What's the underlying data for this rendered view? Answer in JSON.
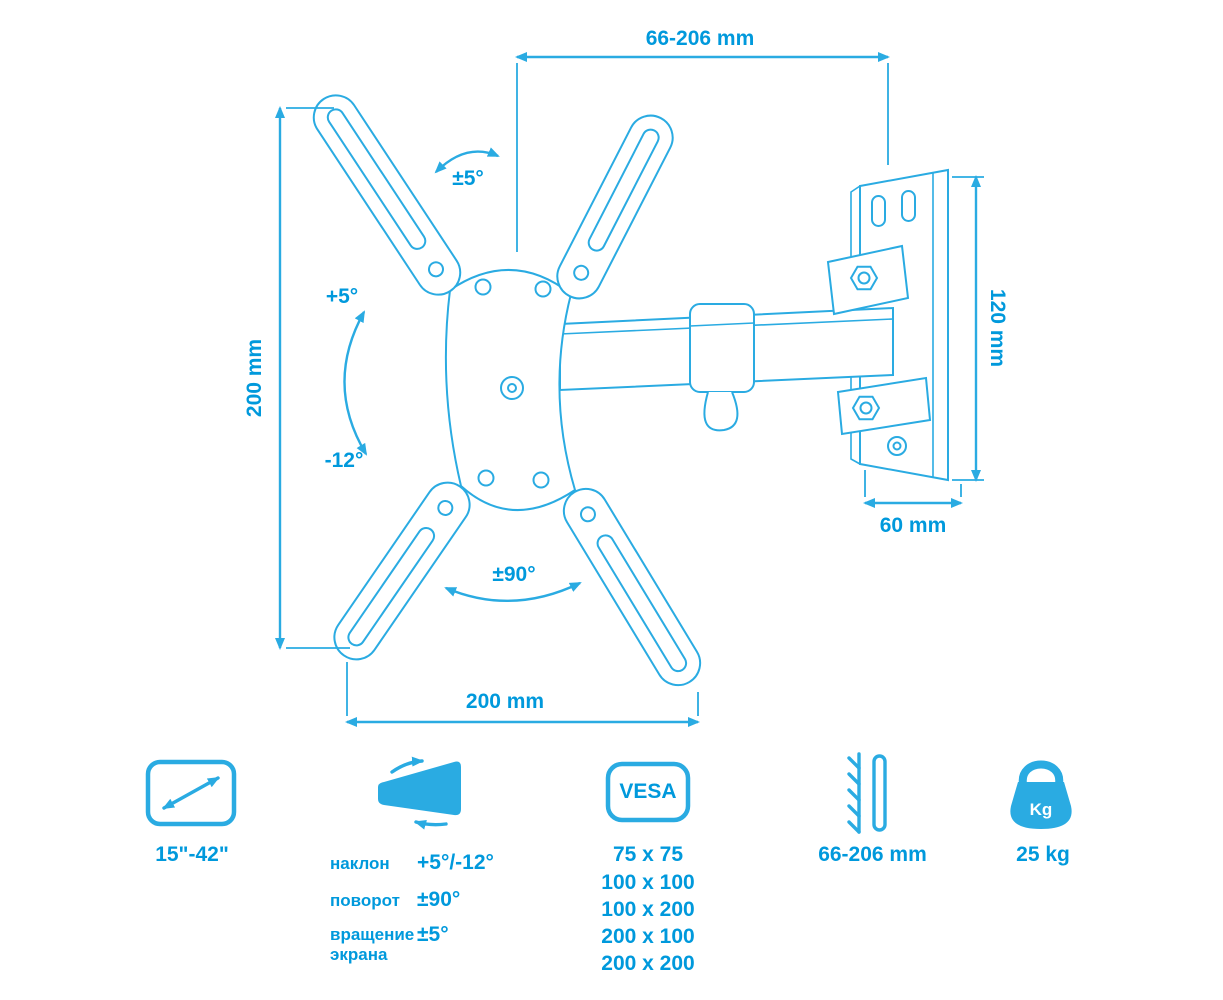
{
  "colors": {
    "line": "#2aabe2",
    "text": "#0099dc"
  },
  "dimensions": {
    "extension_range": "66-206 mm",
    "plate_height": "200 mm",
    "plate_width": "200 mm",
    "wall_plate_height": "120 mm",
    "wall_plate_depth": "60 mm"
  },
  "angles": {
    "screen_rotation": "±5°",
    "tilt_up": "+5°",
    "tilt_down": "-12°",
    "swivel": "±90°"
  },
  "specs": {
    "screen_size": "15\"-42\"",
    "rows": [
      {
        "name": "наклон",
        "value": "+5°/-12°"
      },
      {
        "name": "поворот",
        "value": "±90°"
      },
      {
        "name": "вращение экрана",
        "value": "±5°"
      }
    ],
    "vesa": {
      "title": "VESA",
      "sizes": [
        "75 x 75",
        "100 x 100",
        "100 x 200",
        "200 x 100",
        "200 x 200"
      ]
    },
    "wall_distance": "66-206 mm",
    "weight": "25 kg",
    "weight_icon_label": "Kg"
  }
}
